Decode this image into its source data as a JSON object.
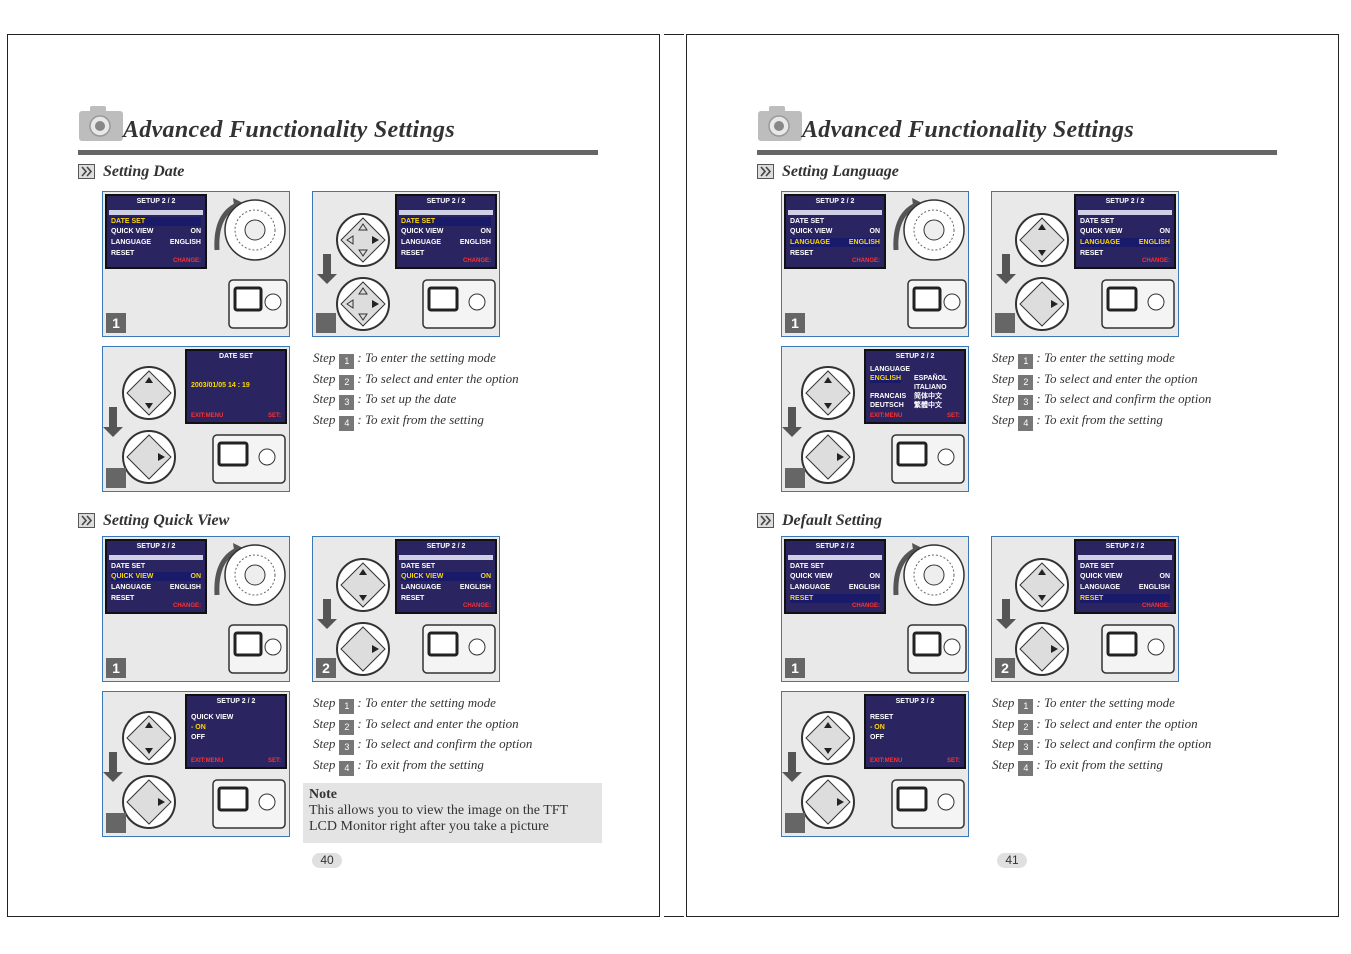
{
  "left_page": {
    "header_title": "Advanced Functionality Settings",
    "page_number": "40",
    "sections": [
      {
        "title": "Setting Date",
        "panels": [
          {
            "badge": "1",
            "screen": {
              "header": "SETUP  2 / 2",
              "rows": [
                {
                  "k": "DATE SET",
                  "v": "",
                  "hl": true
                },
                {
                  "k": "QUICK VIEW",
                  "v": "ON"
                },
                {
                  "k": "LANGUAGE",
                  "v": "ENGLISH"
                },
                {
                  "k": "RESET",
                  "v": ""
                }
              ],
              "foot_left": "",
              "foot_right": "CHANGE:"
            }
          },
          {
            "badge": "",
            "screen": {
              "header": "SETUP  2 / 2",
              "rows": [
                {
                  "k": "DATE SET",
                  "v": "",
                  "hl": true
                },
                {
                  "k": "QUICK VIEW",
                  "v": "ON"
                },
                {
                  "k": "LANGUAGE",
                  "v": "ENGLISH"
                },
                {
                  "k": "RESET",
                  "v": ""
                }
              ],
              "foot_left": "",
              "foot_right": "CHANGE:"
            }
          },
          {
            "badge": "",
            "screen": {
              "header": "DATE SET",
              "rows": [
                {
                  "k": "2003/01/05   14 : 19",
                  "v": "",
                  "hl": false
                }
              ],
              "foot_left": "EXIT:MENU",
              "foot_right": "SET:"
            }
          }
        ],
        "steps": [
          {
            "label": "Step",
            "num": "1",
            "text": ": To enter the setting mode"
          },
          {
            "label": "Step",
            "num": "2",
            "text": ": To select and enter the option"
          },
          {
            "label": "Step",
            "num": "3",
            "text": ": To set up the date"
          },
          {
            "label": "Step",
            "num": "4",
            "text": ": To exit from the setting"
          }
        ]
      },
      {
        "title": "Setting Quick View",
        "panels": [
          {
            "badge": "1",
            "screen": {
              "header": "SETUP  2 / 2",
              "rows": [
                {
                  "k": "DATE SET",
                  "v": ""
                },
                {
                  "k": "QUICK VIEW",
                  "v": "ON",
                  "hl": true
                },
                {
                  "k": "LANGUAGE",
                  "v": "ENGLISH"
                },
                {
                  "k": "RESET",
                  "v": ""
                }
              ],
              "foot_left": "",
              "foot_right": "CHANGE:"
            }
          },
          {
            "badge": "2",
            "screen": {
              "header": "SETUP  2 / 2",
              "rows": [
                {
                  "k": "DATE SET",
                  "v": ""
                },
                {
                  "k": "QUICK VIEW",
                  "v": "ON",
                  "hl": true
                },
                {
                  "k": "LANGUAGE",
                  "v": "ENGLISH"
                },
                {
                  "k": "RESET",
                  "v": ""
                }
              ],
              "foot_left": "",
              "foot_right": "CHANGE:"
            }
          },
          {
            "badge": "",
            "screen": {
              "header": "SETUP  2 / 2",
              "rows": [
                {
                  "k": "QUICK VIEW",
                  "v": ""
                },
                {
                  "k": "  - ON",
                  "v": "",
                  "hl": true
                },
                {
                  "k": "    OFF",
                  "v": ""
                }
              ],
              "foot_left": "EXIT:MENU",
              "foot_right": "SET:"
            }
          }
        ],
        "steps": [
          {
            "label": "Step",
            "num": "1",
            "text": ": To enter the setting mode"
          },
          {
            "label": "Step",
            "num": "2",
            "text": ": To select and enter the option"
          },
          {
            "label": "Step",
            "num": "3",
            "text": ": To select and confirm the option"
          },
          {
            "label": "Step",
            "num": "4",
            "text": ": To exit from the setting"
          }
        ]
      }
    ],
    "note": {
      "heading": "Note",
      "body": "This allows  you to view the image on the TFT LCD Monitor right after you take a picture"
    }
  },
  "right_page": {
    "header_title": "Advanced Functionality Settings",
    "page_number": "41",
    "sections": [
      {
        "title": "Setting Language",
        "panels": [
          {
            "badge": "1",
            "screen": {
              "header": "SETUP  2 / 2",
              "rows": [
                {
                  "k": "DATE SET",
                  "v": ""
                },
                {
                  "k": "QUICK VIEW",
                  "v": "ON"
                },
                {
                  "k": "LANGUAGE",
                  "v": "ENGLISH",
                  "hl": true
                },
                {
                  "k": "RESET",
                  "v": ""
                }
              ],
              "foot_left": "",
              "foot_right": "CHANGE:"
            }
          },
          {
            "badge": "",
            "screen": {
              "header": "SETUP  2 / 2",
              "rows": [
                {
                  "k": "DATE SET",
                  "v": ""
                },
                {
                  "k": "QUICK VIEW",
                  "v": "ON"
                },
                {
                  "k": "LANGUAGE",
                  "v": "ENGLISH",
                  "hl": true
                },
                {
                  "k": "RESET",
                  "v": ""
                }
              ],
              "foot_left": "",
              "foot_right": "CHANGE:"
            }
          },
          {
            "badge": "",
            "screen": {
              "header": "SETUP  2 / 2",
              "rows": [
                {
                  "k": "LANGUAGE",
                  "v": ""
                },
                {
                  "k": "ENGLISH",
                  "v": "ESPAÑOL",
                  "hl": true
                },
                {
                  "k": "",
                  "v": "ITALIANO"
                },
                {
                  "k": "FRANCAIS",
                  "v": "简体中文"
                },
                {
                  "k": "DEUTSCH",
                  "v": "繁體中文"
                }
              ],
              "foot_left": "EXIT:MENU",
              "foot_right": "SET:"
            }
          }
        ],
        "steps": [
          {
            "label": "Step",
            "num": "1",
            "text": ": To enter the setting mode"
          },
          {
            "label": "Step",
            "num": "2",
            "text": ": To select and enter the option"
          },
          {
            "label": "Step",
            "num": "3",
            "text": ": To select and confirm the option"
          },
          {
            "label": "Step",
            "num": "4",
            "text": ": To exit from the setting"
          }
        ]
      },
      {
        "title": "Default Setting",
        "panels": [
          {
            "badge": "1",
            "screen": {
              "header": "SETUP  2 / 2",
              "rows": [
                {
                  "k": "DATE SET",
                  "v": ""
                },
                {
                  "k": "QUICK VIEW",
                  "v": "ON"
                },
                {
                  "k": "LANGUAGE",
                  "v": "ENGLISH"
                },
                {
                  "k": "RESET",
                  "v": "",
                  "hl": true
                }
              ],
              "foot_left": "",
              "foot_right": "CHANGE:"
            }
          },
          {
            "badge": "2",
            "screen": {
              "header": "SETUP  2 / 2",
              "rows": [
                {
                  "k": "DATE SET",
                  "v": ""
                },
                {
                  "k": "QUICK VIEW",
                  "v": "ON"
                },
                {
                  "k": "LANGUAGE",
                  "v": "ENGLISH"
                },
                {
                  "k": "RESET",
                  "v": "",
                  "hl": true
                }
              ],
              "foot_left": "",
              "foot_right": "CHANGE:"
            }
          },
          {
            "badge": "",
            "screen": {
              "header": "SETUP  2 / 2",
              "rows": [
                {
                  "k": "RESET",
                  "v": ""
                },
                {
                  "k": "  - ON",
                  "v": "",
                  "hl": true
                },
                {
                  "k": "    OFF",
                  "v": ""
                }
              ],
              "foot_left": "EXIT:MENU",
              "foot_right": "SET:"
            }
          }
        ],
        "steps": [
          {
            "label": "Step",
            "num": "1",
            "text": ": To enter the setting mode"
          },
          {
            "label": "Step",
            "num": "2",
            "text": ": To select and enter the option"
          },
          {
            "label": "Step",
            "num": "3",
            "text": ": To select and confirm the option"
          },
          {
            "label": "Step",
            "num": "4",
            "text": ": To exit from the setting"
          }
        ]
      }
    ]
  },
  "colors": {
    "panel_border": "#3a78b8",
    "screen_bg": "#2a2560",
    "highlight_text": "#ffd800",
    "footer_text": "#ff3030",
    "rule": "#666666"
  }
}
